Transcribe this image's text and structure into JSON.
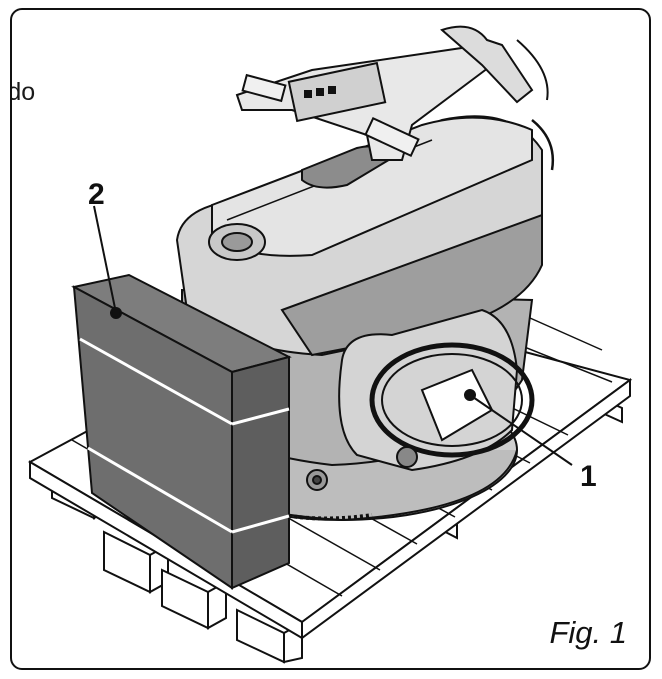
{
  "frame": {
    "cut_text": "rdo",
    "caption": "Fig. 1"
  },
  "callouts": [
    {
      "label": "2",
      "target": "battery-pack"
    },
    {
      "label": "1",
      "target": "accessory-bag"
    }
  ],
  "colors": {
    "line": "#111111",
    "body_gray": "#d9d9d9",
    "body_dark": "#a8a8a8",
    "battery": "#6e6e6e",
    "battery_top": "#7d7d7d",
    "pallet": "#ffffff"
  }
}
